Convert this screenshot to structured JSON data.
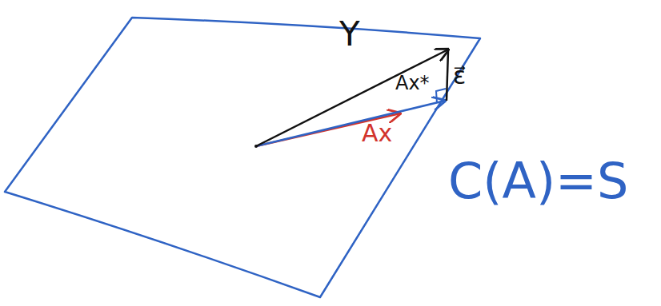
{
  "diagram": {
    "labels": [
      "Y",
      "ε⃗",
      "Ax*",
      "Ax",
      "C(A)=S"
    ]
  }
}
